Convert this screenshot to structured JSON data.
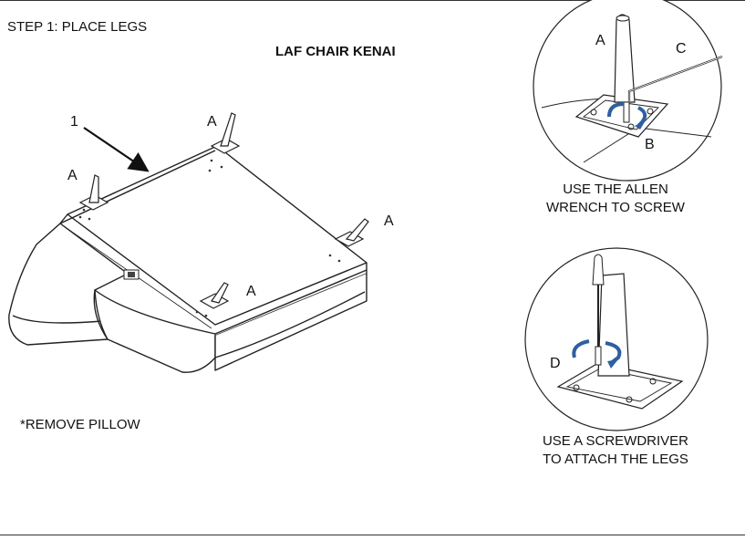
{
  "header": {
    "step_title": "STEP 1: PLACE LEGS",
    "model_title": "LAF CHAIR KENAI"
  },
  "main_figure": {
    "arrow_label": "1",
    "leg_labels": [
      "A",
      "A",
      "A",
      "A"
    ],
    "note": "*REMOVE PILLOW"
  },
  "detail_top": {
    "labels": {
      "leg": "A",
      "bolt": "B",
      "wrench": "C"
    },
    "caption_line1": "USE THE ALLEN",
    "caption_line2": "WRENCH TO SCREW"
  },
  "detail_bottom": {
    "labels": {
      "screwdriver": "D"
    },
    "caption_line1": "USE A SCREWDRIVER",
    "caption_line2": "TO ATTACH THE LEGS"
  },
  "colors": {
    "line": "#222222",
    "accent_arrow": "#2f5f9e"
  }
}
